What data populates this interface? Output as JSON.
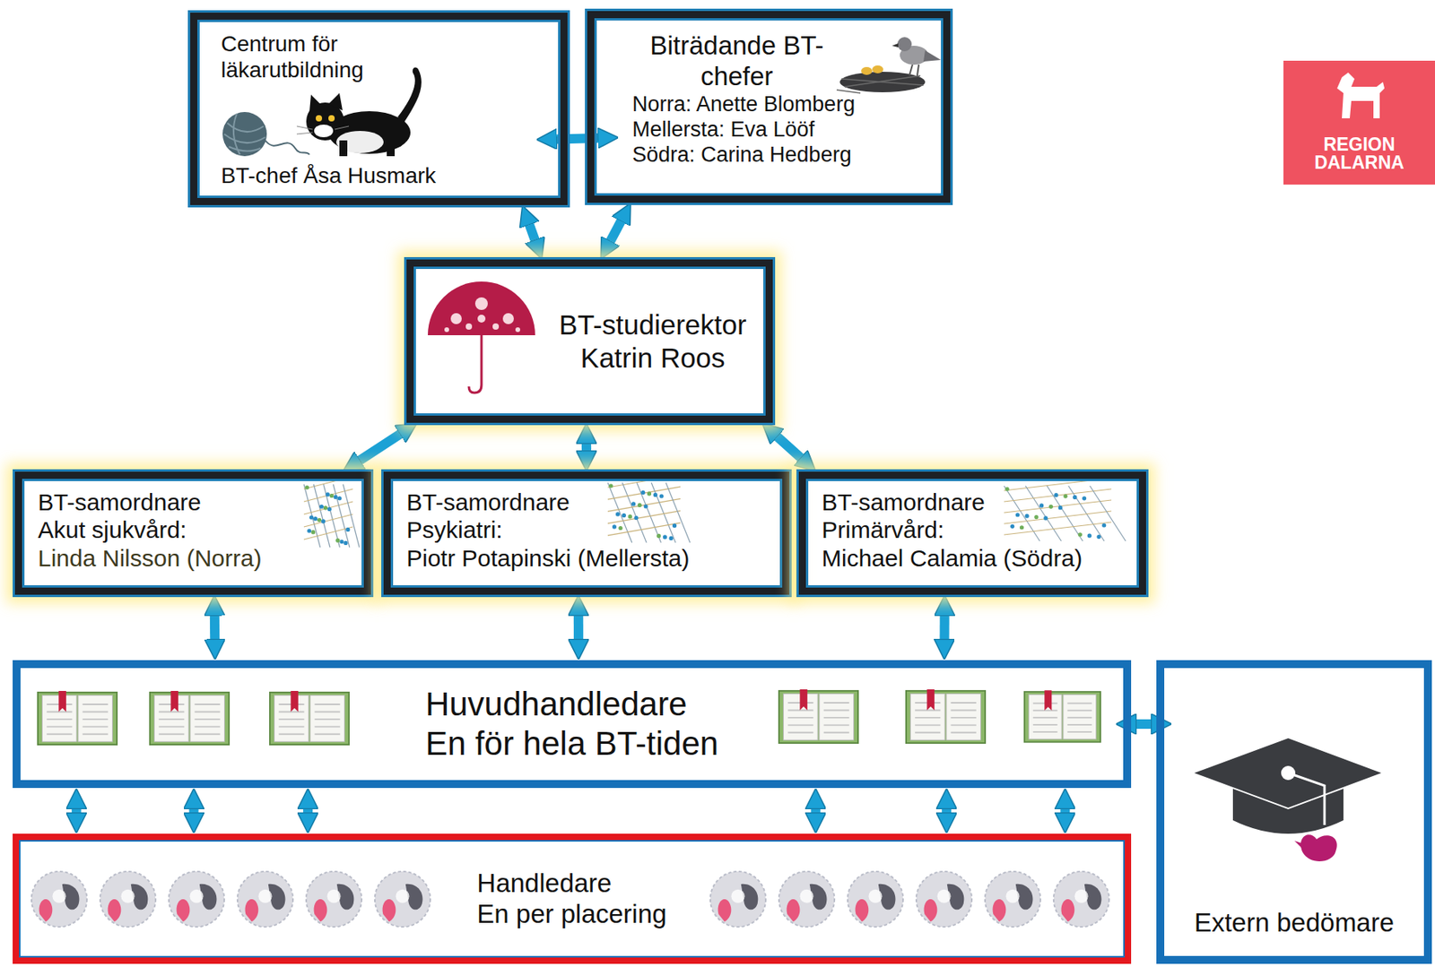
{
  "diagram": {
    "nodes": [
      {
        "text": [
          "Centrum för läkarutbildning",
          "BT-chef Åsa Husmark"
        ]
      },
      {
        "text": [
          "Biträdande BT-chefer",
          "Norra: Anette Blomberg",
          "Mellersta: Eva Lööf",
          "Södra: Carina Hedberg"
        ]
      },
      {
        "text": [
          "BT-studierektor",
          "Katrin Roos"
        ]
      },
      {
        "text": [
          "BT-samordnare",
          "Akut sjukvård:",
          "Linda Nilsson (Norra)"
        ]
      },
      {
        "text": [
          "BT-samordnare",
          "Psykiatri:",
          "Piotr Potapinski (Mellersta)"
        ]
      },
      {
        "text": [
          "BT-samordnare",
          "Primärvård:",
          "Michael Calamia (Södra)"
        ]
      },
      {
        "text": [
          "Huvudhandledare",
          "En för hela BT-tiden"
        ]
      },
      {
        "text": [
          "Extern bedömare"
        ]
      },
      {
        "text": [
          "Handledare",
          "En per placering"
        ]
      }
    ],
    "edges": [
      {
        "from": 0,
        "to": 1,
        "arrow": "both"
      },
      {
        "from": 0,
        "to": 2,
        "arrow": "both"
      },
      {
        "from": 1,
        "to": 2,
        "arrow": "both"
      },
      {
        "from": 2,
        "to": 3,
        "arrow": "both"
      },
      {
        "from": 2,
        "to": 4,
        "arrow": "both"
      },
      {
        "from": 2,
        "to": 5,
        "arrow": "both"
      },
      {
        "from": 3,
        "to": 6,
        "arrow": "both"
      },
      {
        "from": 4,
        "to": 6,
        "arrow": "both"
      },
      {
        "from": 5,
        "to": 6,
        "arrow": "both"
      },
      {
        "from": 6,
        "to": 7,
        "arrow": "both"
      },
      {
        "from": 6,
        "to": 8,
        "arrow": "both"
      }
    ],
    "labels": [
      "REGION DALARNA"
    ]
  }
}
